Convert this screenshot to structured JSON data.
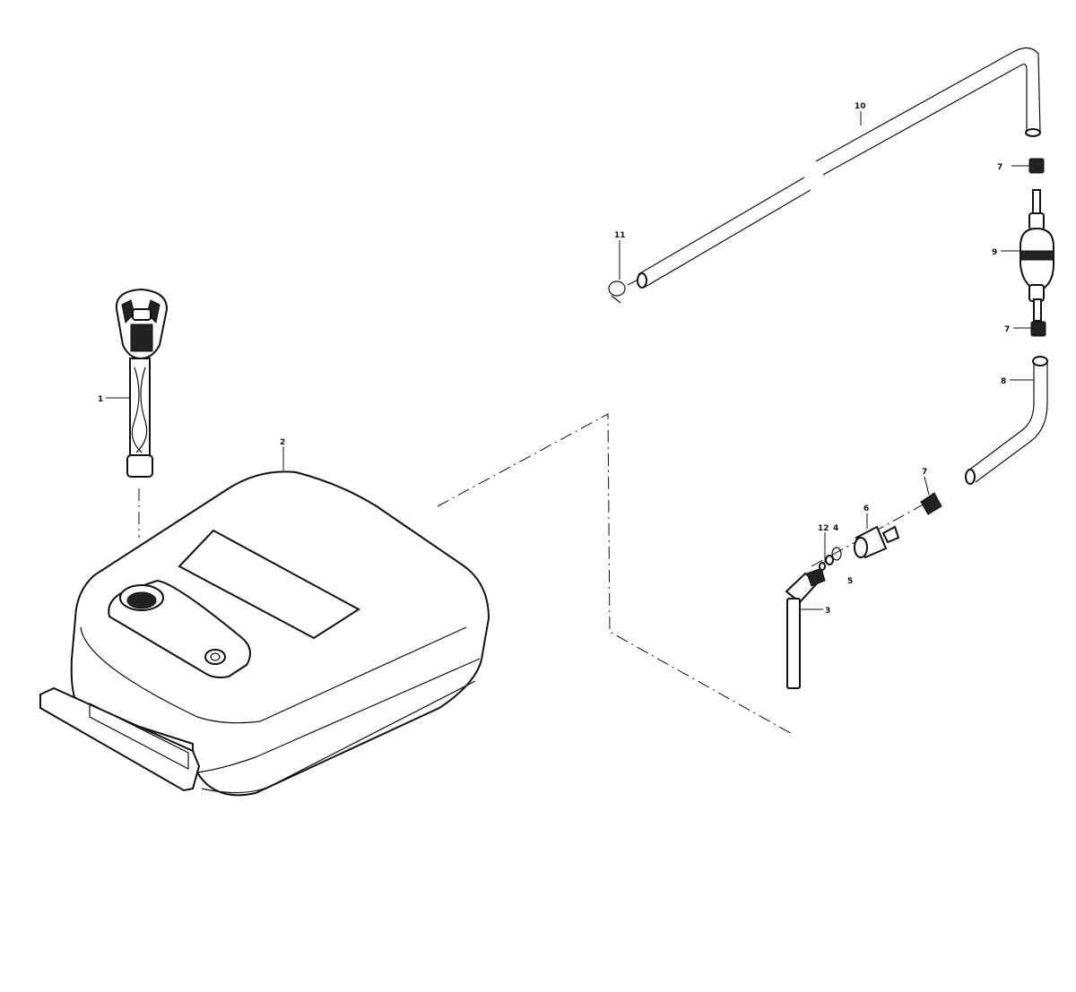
{
  "diagram": {
    "callouts": [
      {
        "id": "1",
        "label": "1",
        "part": "fuel-gauge-assembly"
      },
      {
        "id": "2",
        "label": "2",
        "part": "fuel-tank"
      },
      {
        "id": "3",
        "label": "3",
        "part": "pickup-tube"
      },
      {
        "id": "4",
        "label": "4",
        "part": "o-ring"
      },
      {
        "id": "5",
        "label": "5",
        "part": "washer"
      },
      {
        "id": "6",
        "label": "6",
        "part": "tank-connector"
      },
      {
        "id": "7a",
        "label": "7",
        "part": "hose-clamp-top"
      },
      {
        "id": "7b",
        "label": "7",
        "part": "hose-clamp-middle"
      },
      {
        "id": "7c",
        "label": "7",
        "part": "hose-clamp-bottom"
      },
      {
        "id": "8",
        "label": "8",
        "part": "fuel-hose-lower"
      },
      {
        "id": "9",
        "label": "9",
        "part": "primer-bulb"
      },
      {
        "id": "10",
        "label": "10",
        "part": "fuel-hose-upper"
      },
      {
        "id": "11",
        "label": "11",
        "part": "hose-clip"
      },
      {
        "id": "12",
        "label": "12",
        "part": "small-washer"
      }
    ]
  },
  "colors": {
    "ink": "#111111",
    "paper": "#ffffff"
  }
}
